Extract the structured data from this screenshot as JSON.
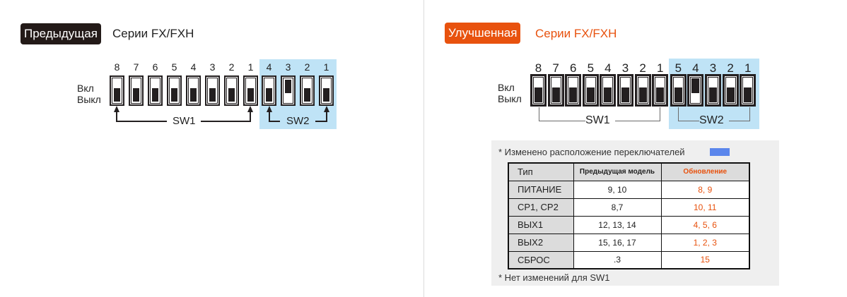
{
  "previous": {
    "badge": "Предыдущая",
    "series": "Серии FX/FXH",
    "on_label": "Вкл",
    "off_label": "Выкл",
    "sw1": {
      "label": "SW1",
      "numbers": [
        "8",
        "7",
        "6",
        "5",
        "4",
        "3",
        "2",
        "1"
      ],
      "states": [
        "off",
        "off",
        "off",
        "off",
        "off",
        "off",
        "off",
        "off"
      ]
    },
    "sw2": {
      "label": "SW2",
      "numbers": [
        "4",
        "3",
        "2",
        "1"
      ],
      "states": [
        "off",
        "on",
        "off",
        "off"
      ]
    }
  },
  "improved": {
    "badge": "Улучшенная",
    "series": "Серии FX/FXH",
    "on_label": "Вкл",
    "off_label": "Выкл",
    "sw1": {
      "label": "SW1",
      "numbers": [
        "8",
        "7",
        "6",
        "5",
        "4",
        "3",
        "2",
        "1"
      ],
      "states": [
        "off",
        "off",
        "off",
        "off",
        "off",
        "off",
        "off",
        "off"
      ]
    },
    "sw2": {
      "label": "SW2",
      "numbers": [
        "5",
        "4",
        "3",
        "2",
        "1"
      ],
      "states": [
        "off",
        "on",
        "off",
        "off",
        "off"
      ]
    }
  },
  "colors": {
    "accent": "#e8520e",
    "dark_badge": "#231a18",
    "sw2_highlight": "#bfe3f6",
    "legend_swatch": "#5b86ec",
    "panel_bg": "#efefef"
  },
  "notes": {
    "changed": "* Изменено расположение переключателей",
    "no_change": "* Нет изменений для SW1"
  },
  "table": {
    "headers": [
      "Тип",
      "Предыдущая модель",
      "Обновление"
    ],
    "rows": [
      {
        "type": "ПИТАНИЕ",
        "prev": "9, 10",
        "upd": "8, 9"
      },
      {
        "type": "CP1, CP2",
        "prev": "8,7",
        "upd": "10, 11"
      },
      {
        "type": "ВЫХ1",
        "prev": "12, 13, 14",
        "upd": "4, 5, 6"
      },
      {
        "type": "ВЫХ2",
        "prev": "15, 16, 17",
        "upd": "1, 2, 3"
      },
      {
        "type": "СБРОС",
        "prev": ".3",
        "upd": "15"
      }
    ]
  }
}
